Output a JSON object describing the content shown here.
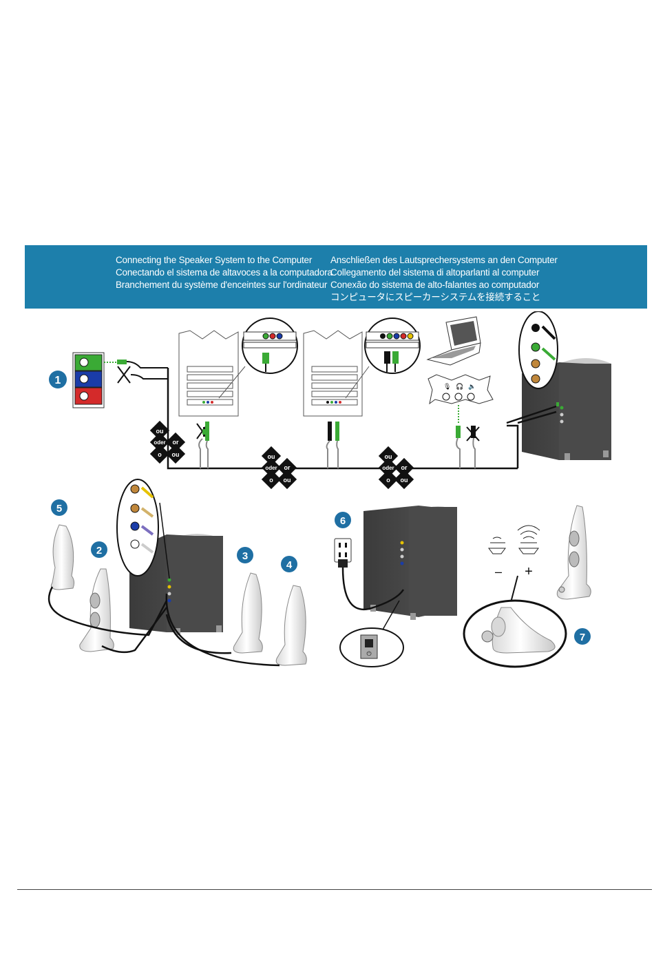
{
  "banner": {
    "left_lines": [
      "Connecting the Speaker System to the Computer",
      "Conectando el sistema de altavoces a la computadora",
      "Branchement du système d'enceintes sur l'ordinateur"
    ],
    "right_lines": [
      "Anschließen des Lautsprechersystems an den Computer",
      "Collegamento del sistema di altoparlanti al computer",
      "Conexão do sistema de alto-falantes ao computador",
      "コンピュータにスピーカーシステムを接続すること"
    ]
  },
  "steps": {
    "s1": "1",
    "s2": "2",
    "s3": "3",
    "s4": "4",
    "s5": "5",
    "s6": "6",
    "s7": "7"
  },
  "connectors": {
    "ou": "ou",
    "oder": "oder",
    "or": "or",
    "o": "o"
  },
  "polarity": {
    "minus": "–",
    "plus": "+"
  },
  "colors": {
    "banner": "#1d7fab",
    "badge": "#1f6fa3",
    "green": "#3aaa35",
    "blue": "#1a3ca8",
    "red": "#d42a2a",
    "subwoofer": "#4a4a4a"
  }
}
